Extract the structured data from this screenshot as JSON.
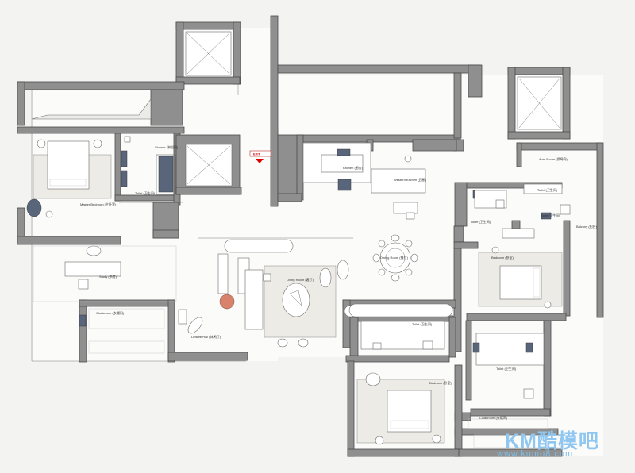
{
  "plan": {
    "exit_sign": "EXIT",
    "rooms": {
      "master_bedroom": "Master Bedroom (主卧室)",
      "shower": "Shower (淋浴间)",
      "toilet_master": "Toilet (卫生间)",
      "study": "Study (书房)",
      "cloakroom_left": "Cloakroom (衣帽间)",
      "leisure_hall": "Leisure Hall (休闲厅)",
      "living_room": "Living Room (客厅)",
      "dining_room": "Dining Room (餐厅)",
      "kitchen": "Kitchen (厨房)",
      "western_kitchen": "Western Kitchen (西厨)",
      "toilet_center": "Toilet (卫生间)",
      "bedroom_bottom": "Bedroom (卧室)",
      "aunt_room": "Aunt Room (保姆间)",
      "toilet_right_a": "Toilet (卫生间)",
      "toilet_right_b": "Toilet (卫生间)",
      "toilet_right_c": "Toilet (卫生间)",
      "balcony": "Balcony (阳台)",
      "bedroom_right": "Bedroom (卧室)",
      "toilet_lower_right": "Toilet (卫生间)",
      "cloakroom_right": "Cloakroom (衣帽间)"
    }
  },
  "watermark": {
    "brand": "KM酷模吧",
    "url": "www.kumo8.com"
  }
}
